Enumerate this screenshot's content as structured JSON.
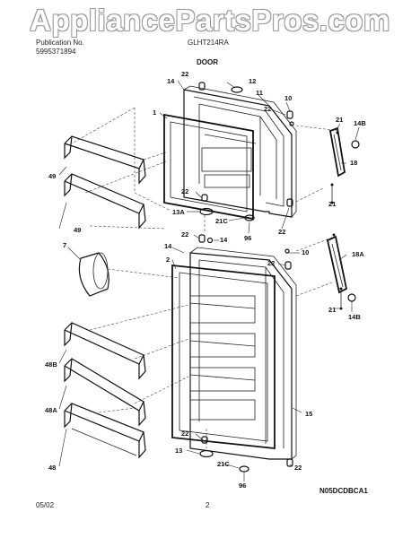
{
  "watermark": "AppliancePartsPros.com",
  "header": {
    "publication_label": "Publication No.",
    "publication_number": "5995371894",
    "model": "GLHT214RA",
    "section_title": "DOOR"
  },
  "footer": {
    "date": "05/02",
    "page": "2",
    "diagram_code": "N05DCDBCA1"
  },
  "callouts": {
    "c22_top": "22",
    "c14_top": "14",
    "c12": "12",
    "c11": "11",
    "c10_top": "10",
    "c22_top_hinge": "22",
    "c1": "1",
    "c21_top": "21",
    "c14b_top": "14B",
    "c18": "18",
    "c49_upper": "49",
    "c49_lower": "49",
    "c22_mid": "22",
    "c13a": "13A",
    "c21c_top": "21C",
    "c21_mid": "21",
    "c22_right_mid": "22",
    "c96_top": "96",
    "c22_lower_top": "22",
    "c14_lower": "14",
    "c14_lower_b": "14",
    "c7": "7",
    "c2": "2",
    "c10_lower": "10",
    "c22_lower_hinge": "22",
    "c18a": "18A",
    "c21_lower": "21",
    "c14b_lower": "14B",
    "c48b": "48B",
    "c48a": "48A",
    "c15": "15",
    "c48": "48",
    "c22_bottom": "22",
    "c13": "13",
    "c21c_bottom": "21C",
    "c96_bottom": "96",
    "c22_bottom_right": "22"
  }
}
